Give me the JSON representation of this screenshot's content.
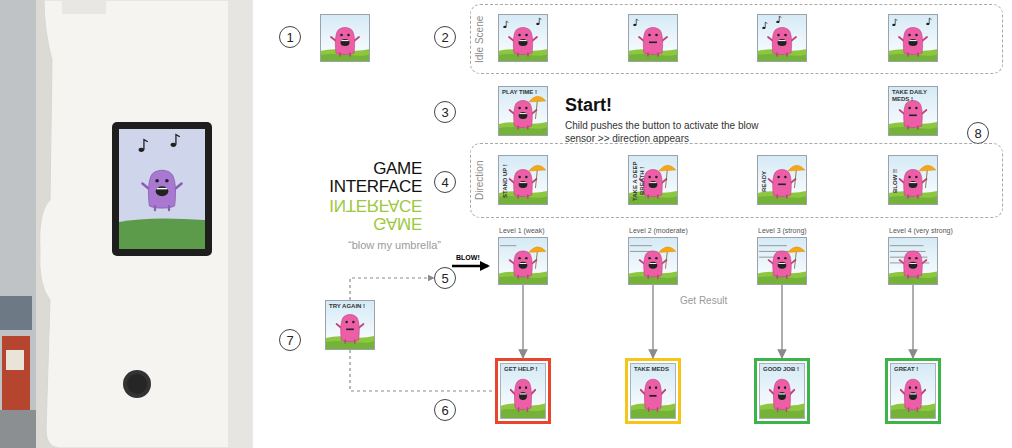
{
  "diagram": {
    "nodes": [
      {
        "text": [
          "1"
        ]
      },
      {
        "text": [
          "2"
        ]
      },
      {
        "text": [
          "Idle Scene"
        ]
      },
      {
        "text": [
          "3"
        ]
      },
      {
        "text": [
          "PLAY TIME !"
        ]
      },
      {
        "text": [
          "TAKE DAILY MEDS !"
        ]
      },
      {
        "text": [
          "8"
        ]
      },
      {
        "text": [
          "4"
        ]
      },
      {
        "text": [
          "Direction"
        ]
      },
      {
        "text": [
          "STAND UP !"
        ],
        "in": 8
      },
      {
        "text": [
          "TAKE A DEEP BREATH !"
        ],
        "in": 8
      },
      {
        "text": [
          "READY"
        ],
        "in": 8
      },
      {
        "text": [
          "BLOW !!"
        ],
        "in": 8
      },
      {
        "text": [
          "5"
        ]
      },
      {
        "text": [
          "Level 1 (weak)"
        ]
      },
      {
        "text": [
          "Level 2 (moderate)"
        ]
      },
      {
        "text": [
          "Level 3 (strong)"
        ]
      },
      {
        "text": [
          "Level 4 (very strong)"
        ]
      },
      {
        "text": [
          "7"
        ]
      },
      {
        "text": [
          "TRY AGAIN !"
        ]
      },
      {
        "text": [
          "6"
        ]
      },
      {
        "text": [
          "GET HELP !"
        ]
      },
      {
        "text": [
          "TAKE MEDS"
        ]
      },
      {
        "text": [
          "GOOD JOB !"
        ]
      },
      {
        "text": [
          "GREAT !"
        ]
      }
    ],
    "edges": [
      {
        "from": 19,
        "to": 13,
        "arrow": "to"
      },
      {
        "from": 19,
        "to": 21,
        "arrow": "none"
      },
      {
        "from": 14,
        "to": 21,
        "arrow": "to"
      },
      {
        "from": 15,
        "to": 22,
        "arrow": "to"
      },
      {
        "from": 16,
        "to": 23,
        "arrow": "to"
      },
      {
        "from": 17,
        "to": 24,
        "arrow": "to"
      }
    ],
    "labels": [
      "GAME",
      "INTERFACE",
      "INTERFACE",
      "GAME",
      "“blow my umbrella”",
      "Start!",
      "Child pushes the button to activate the blow sensor >> direction appears",
      "BLOW!",
      "Get Result"
    ]
  }
}
